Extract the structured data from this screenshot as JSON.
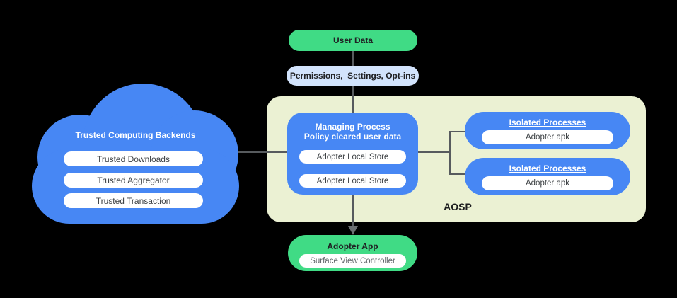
{
  "user_data": {
    "label": "User Data"
  },
  "permissions": {
    "label": "Permissions,  Settings, Opt-ins"
  },
  "cloud": {
    "title": "Trusted Computing Backends",
    "items": [
      "Trusted Downloads",
      "Trusted Aggregator",
      "Trusted Transaction"
    ]
  },
  "aosp": {
    "label": "AOSP",
    "managing_process": {
      "title_line1": "Managing Process",
      "title_line2": "Policy cleared user data",
      "stores": [
        "Adopter Local Store",
        "Adopter Local Store"
      ]
    },
    "isolated_processes": [
      {
        "title": "Isolated Processes",
        "item": "Adopter apk"
      },
      {
        "title": "Isolated Processes",
        "item": "Adopter apk"
      }
    ]
  },
  "adopter_app": {
    "title": "Adopter App",
    "item": "Surface View Controller"
  },
  "colors": {
    "blue": "#4787f4",
    "green": "#40db85",
    "light_blue": "#d2e3fc",
    "aosp_background": "#ebf1d3",
    "line_gray": "#575b5e",
    "pill_text": "#3c4043"
  }
}
